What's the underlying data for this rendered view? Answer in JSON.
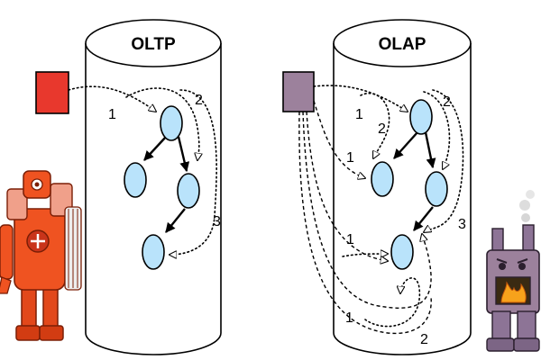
{
  "diagram": {
    "left_store": {
      "title": "OLTP",
      "source_color": "#e8382d",
      "node_color": "#b9e3fb",
      "step_labels": [
        "1",
        "2",
        "3"
      ]
    },
    "right_store": {
      "title": "OLAP",
      "source_color": "#9c819c",
      "node_color": "#b9e3fb",
      "step_labels": [
        "1",
        "2",
        "1",
        "1",
        "2",
        "3",
        "1",
        "2"
      ]
    },
    "characters": {
      "left": "robot-character",
      "right": "furnace-character"
    }
  }
}
